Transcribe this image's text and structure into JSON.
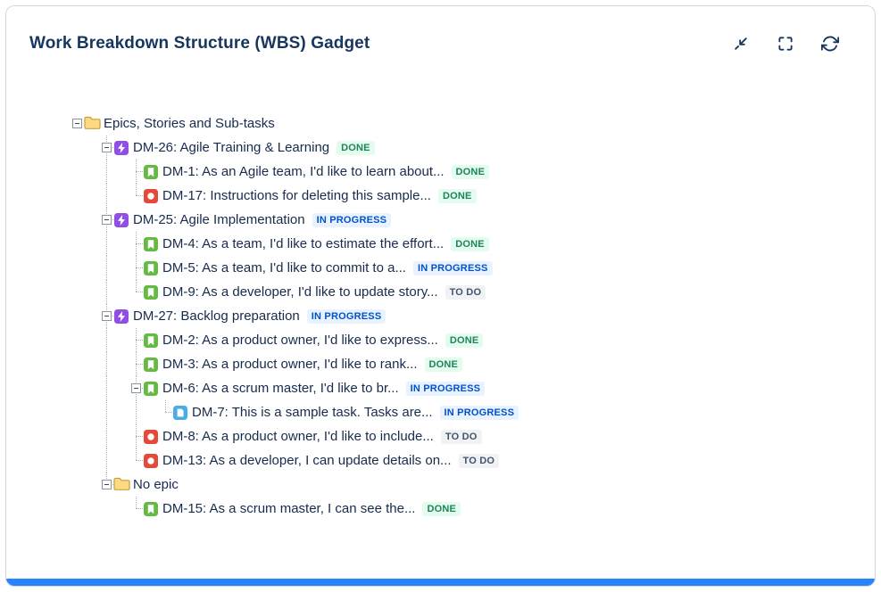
{
  "header": {
    "title": "Work Breakdown Structure (WBS) Gadget",
    "controls": [
      {
        "name": "collapse-icon"
      },
      {
        "name": "fullscreen-icon"
      },
      {
        "name": "refresh-icon"
      }
    ]
  },
  "colors": {
    "accent_bar": "#2684FF",
    "title": "#17365D",
    "tree_text": "#172B4D",
    "connector_line": "#A9B2BC"
  },
  "issue_types": {
    "folder": {
      "name": "folder-icon",
      "color": "#FCD982"
    },
    "epic": {
      "name": "epic-icon",
      "color": "#904EE2"
    },
    "story": {
      "name": "story-icon",
      "color": "#65BA43"
    },
    "bug": {
      "name": "bug-icon",
      "color": "#E5493A"
    },
    "subtask": {
      "name": "subtask-icon",
      "color": "#4BADE8"
    }
  },
  "statuses": {
    "done": {
      "label": "DONE",
      "bg": "#E3FCEF",
      "fg": "#1F845A"
    },
    "in_progress": {
      "label": "IN PROGRESS",
      "bg": "#E9F2FF",
      "fg": "#0052CC"
    },
    "to_do": {
      "label": "TO DO",
      "bg": "#F1F2F4",
      "fg": "#44546F"
    }
  },
  "tree": {
    "label": "Epics, Stories and Sub-tasks",
    "type": "folder",
    "status": null,
    "children": [
      {
        "label": "DM-26: Agile Training & Learning",
        "type": "epic",
        "status": "done",
        "children": [
          {
            "label": "DM-1: As an Agile team, I'd like to learn about...",
            "type": "story",
            "status": "done"
          },
          {
            "label": "DM-17: Instructions for deleting this sample...",
            "type": "bug",
            "status": "done"
          }
        ]
      },
      {
        "label": "DM-25: Agile Implementation",
        "type": "epic",
        "status": "in_progress",
        "children": [
          {
            "label": "DM-4: As a team, I'd like to estimate the effort...",
            "type": "story",
            "status": "done"
          },
          {
            "label": "DM-5: As a team, I'd like to commit to a...",
            "type": "story",
            "status": "in_progress"
          },
          {
            "label": "DM-9: As a developer, I'd like to update story...",
            "type": "story",
            "status": "to_do"
          }
        ]
      },
      {
        "label": "DM-27: Backlog preparation",
        "type": "epic",
        "status": "in_progress",
        "children": [
          {
            "label": "DM-2: As a product owner, I'd like to express...",
            "type": "story",
            "status": "done"
          },
          {
            "label": "DM-3: As a product owner, I'd like to rank...",
            "type": "story",
            "status": "done"
          },
          {
            "label": "DM-6: As a scrum master, I'd like to br...",
            "type": "story",
            "status": "in_progress",
            "children": [
              {
                "label": "DM-7: This is a sample task. Tasks are...",
                "type": "subtask",
                "status": "in_progress"
              }
            ]
          },
          {
            "label": "DM-8: As a product owner, I'd like to include...",
            "type": "bug",
            "status": "to_do"
          },
          {
            "label": "DM-13: As a developer, I can update details on...",
            "type": "bug",
            "status": "to_do"
          }
        ]
      },
      {
        "label": "No epic",
        "type": "folder",
        "status": null,
        "children": [
          {
            "label": "DM-15: As a scrum master, I can see the...",
            "type": "story",
            "status": "done"
          }
        ]
      }
    ]
  }
}
